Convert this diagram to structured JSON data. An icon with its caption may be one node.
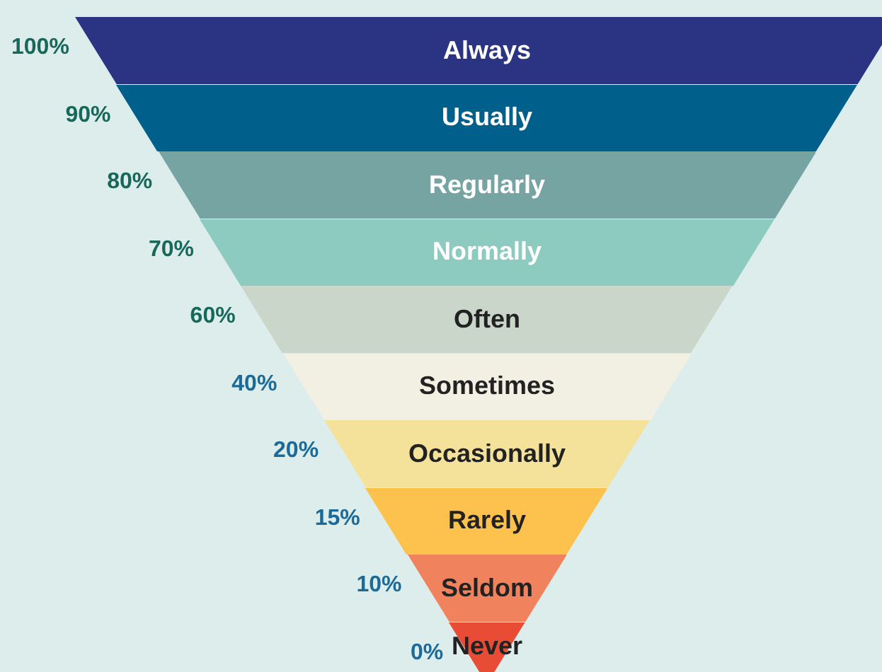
{
  "diagram": {
    "nodes": [
      {
        "text": [
          "Always"
        ],
        "beside": [
          "100%"
        ]
      },
      {
        "text": [
          "Usually"
        ],
        "beside": [
          "90%"
        ]
      },
      {
        "text": [
          "Regularly"
        ],
        "beside": [
          "80%"
        ]
      },
      {
        "text": [
          "Normally"
        ],
        "beside": [
          "70%"
        ]
      },
      {
        "text": [
          "Often"
        ],
        "beside": [
          "60%"
        ]
      },
      {
        "text": [
          "Sometimes"
        ],
        "beside": [
          "40%"
        ]
      },
      {
        "text": [
          "Occasionally"
        ],
        "beside": [
          "20%"
        ]
      },
      {
        "text": [
          "Rarely"
        ],
        "beside": [
          "15%"
        ]
      },
      {
        "text": [
          "Seldom"
        ],
        "beside": [
          "10%"
        ]
      },
      {
        "text": [
          "Never"
        ],
        "beside": [
          "0%"
        ]
      }
    ]
  }
}
